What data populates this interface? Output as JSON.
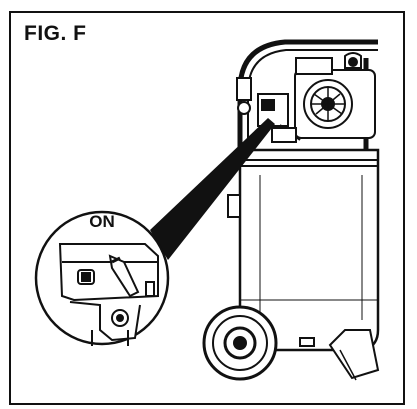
{
  "figure": {
    "label": "FIG. F",
    "callout_label": "ON"
  },
  "colors": {
    "line": "#111111",
    "background": "#ffffff",
    "shade": "#222222"
  },
  "icons": [
    "air-compressor-illustration",
    "switch-detail-callout"
  ]
}
